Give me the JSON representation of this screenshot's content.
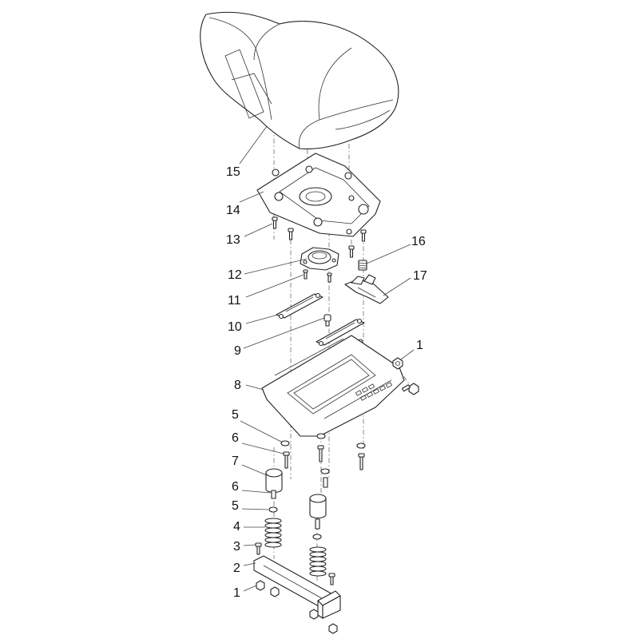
{
  "callouts": [
    {
      "id": "c15",
      "text": "15"
    },
    {
      "id": "c14",
      "text": "14"
    },
    {
      "id": "c13",
      "text": "13"
    },
    {
      "id": "c12",
      "text": "12"
    },
    {
      "id": "c11",
      "text": "11"
    },
    {
      "id": "c10",
      "text": "10"
    },
    {
      "id": "c9",
      "text": "9"
    },
    {
      "id": "c8",
      "text": "8"
    },
    {
      "id": "c5a",
      "text": "5"
    },
    {
      "id": "c6a",
      "text": "6"
    },
    {
      "id": "c7",
      "text": "7"
    },
    {
      "id": "c6b",
      "text": "6"
    },
    {
      "id": "c5b",
      "text": "5"
    },
    {
      "id": "c4",
      "text": "4"
    },
    {
      "id": "c3",
      "text": "3"
    },
    {
      "id": "c2",
      "text": "2"
    },
    {
      "id": "c1a",
      "text": "1"
    },
    {
      "id": "c16",
      "text": "16"
    },
    {
      "id": "c17",
      "text": "17"
    },
    {
      "id": "c1b",
      "text": "1"
    }
  ]
}
